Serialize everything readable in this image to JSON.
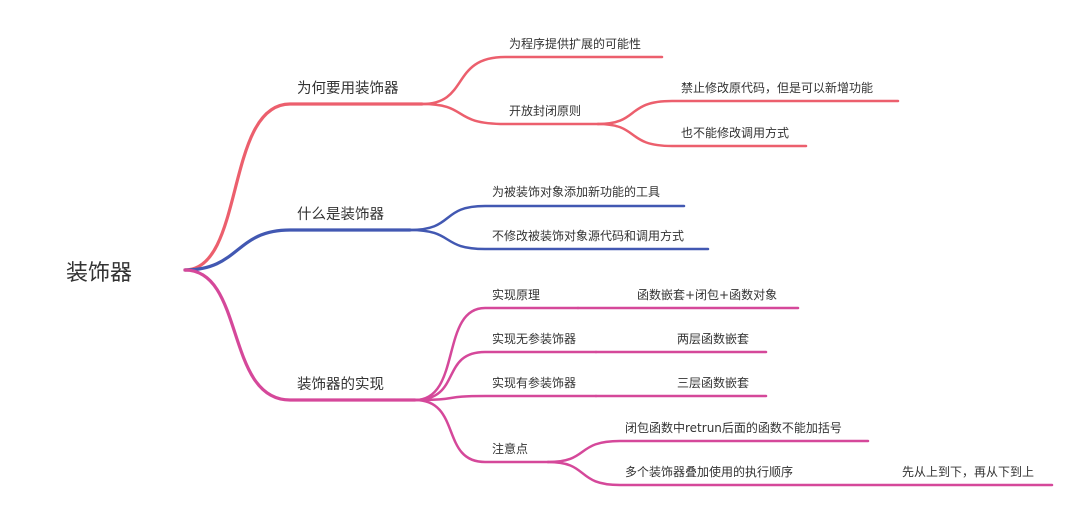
{
  "root": {
    "label": "装饰器"
  },
  "colors": {
    "red": "#ec5f6d",
    "blue": "#4258b2",
    "magenta": "#d5489a"
  },
  "branches": [
    {
      "label": "为何要用装饰器",
      "children": [
        {
          "label": "为程序提供扩展的可能性"
        },
        {
          "label": "开放封闭原则",
          "children": [
            {
              "label": "禁止修改原代码，但是可以新增功能"
            },
            {
              "label": "也不能修改调用方式"
            }
          ]
        }
      ]
    },
    {
      "label": "什么是装饰器",
      "children": [
        {
          "label": "为被装饰对象添加新功能的工具"
        },
        {
          "label": "不修改被装饰对象源代码和调用方式"
        }
      ]
    },
    {
      "label": "装饰器的实现",
      "children": [
        {
          "label": "实现原理",
          "children": [
            {
              "label": "函数嵌套+闭包+函数对象"
            }
          ]
        },
        {
          "label": "实现无参装饰器",
          "children": [
            {
              "label": "两层函数嵌套"
            }
          ]
        },
        {
          "label": "实现有参装饰器",
          "children": [
            {
              "label": "三层函数嵌套"
            }
          ]
        },
        {
          "label": "注意点",
          "children": [
            {
              "label": "闭包函数中retrun后面的函数不能加括号"
            },
            {
              "label": "多个装饰器叠加使用的执行顺序",
              "children": [
                {
                  "label": "先从上到下，再从下到上"
                }
              ]
            }
          ]
        }
      ]
    }
  ]
}
